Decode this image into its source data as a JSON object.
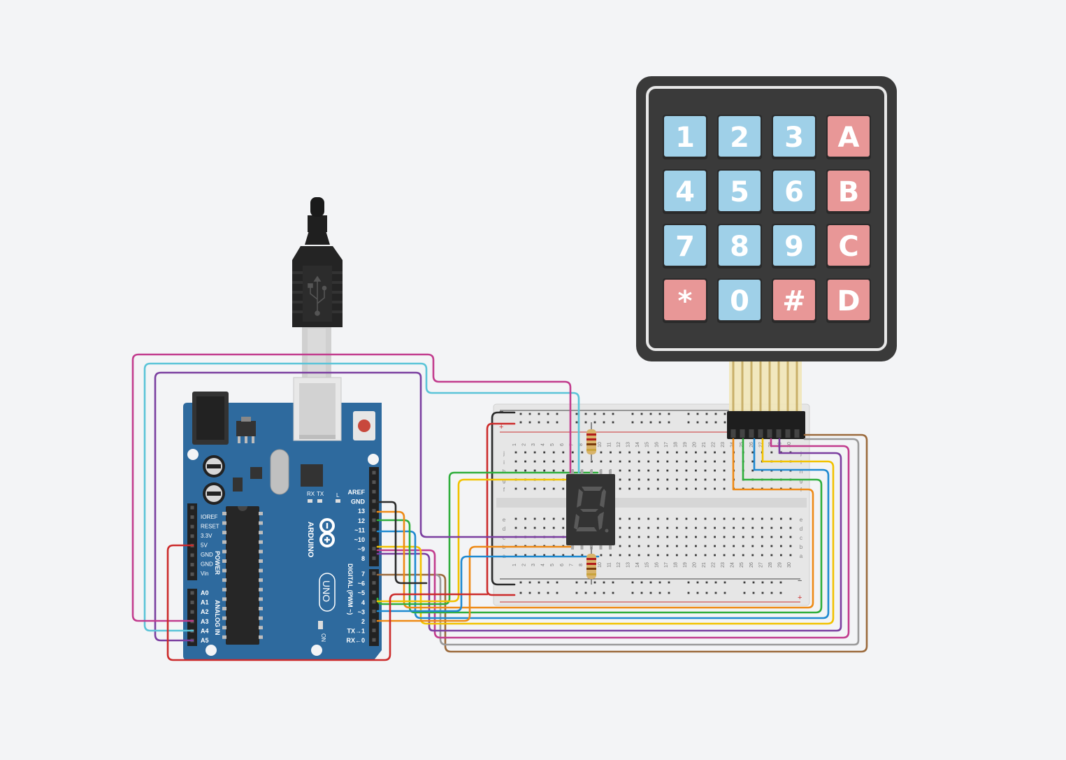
{
  "colors": {
    "background": "#f3f4f6",
    "arduino_board": "#2e6a9e",
    "keypad_body": "#3a3a3a",
    "key_blue": "#9fd0e8",
    "key_red": "#e89797",
    "breadboard": "#e8e8e8",
    "seven_segment": "#333333"
  },
  "keypad": {
    "keys": [
      "1",
      "2",
      "3",
      "A",
      "4",
      "5",
      "6",
      "B",
      "7",
      "8",
      "9",
      "C",
      "*",
      "0",
      "#",
      "D"
    ],
    "key_colors": [
      "blue",
      "blue",
      "blue",
      "red",
      "blue",
      "blue",
      "blue",
      "red",
      "blue",
      "blue",
      "blue",
      "red",
      "red",
      "blue",
      "red",
      "red"
    ]
  },
  "arduino": {
    "brand": "ARDUINO",
    "model": "UNO",
    "on_label": "ON",
    "led_labels": [
      "RX",
      "TX",
      "L"
    ],
    "power_header_title": "POWER",
    "power_pins": [
      "IOREF",
      "RESET",
      "3.3V",
      "5V",
      "GND",
      "GND",
      "Vin"
    ],
    "analog_header_title": "ANALOG IN",
    "analog_pins": [
      "A0",
      "A1",
      "A2",
      "A3",
      "A4",
      "A5"
    ],
    "digital_header_title": "DIGITAL (PWM ~)",
    "top_pins": [
      "AREF",
      "GND",
      "13",
      "12",
      "~11",
      "~10",
      "~9",
      "8"
    ],
    "bottom_pins": [
      "7",
      "~6",
      "~5",
      "4",
      "~3",
      "2",
      "TX→1",
      "RX←0"
    ]
  },
  "breadboard": {
    "rail_minus": "−",
    "rail_plus": "+",
    "column_numbers": [
      "1",
      "2",
      "3",
      "4",
      "5",
      "6",
      "7",
      "8",
      "9",
      "10",
      "11",
      "12",
      "13",
      "14",
      "15",
      "16",
      "17",
      "18",
      "19",
      "20",
      "21",
      "22",
      "23",
      "24",
      "25",
      "26",
      "27",
      "28",
      "29",
      "30"
    ],
    "top_rows": [
      "j",
      "i",
      "h",
      "g",
      "f"
    ],
    "bottom_rows": [
      "e",
      "d",
      "c",
      "b",
      "a"
    ]
  }
}
